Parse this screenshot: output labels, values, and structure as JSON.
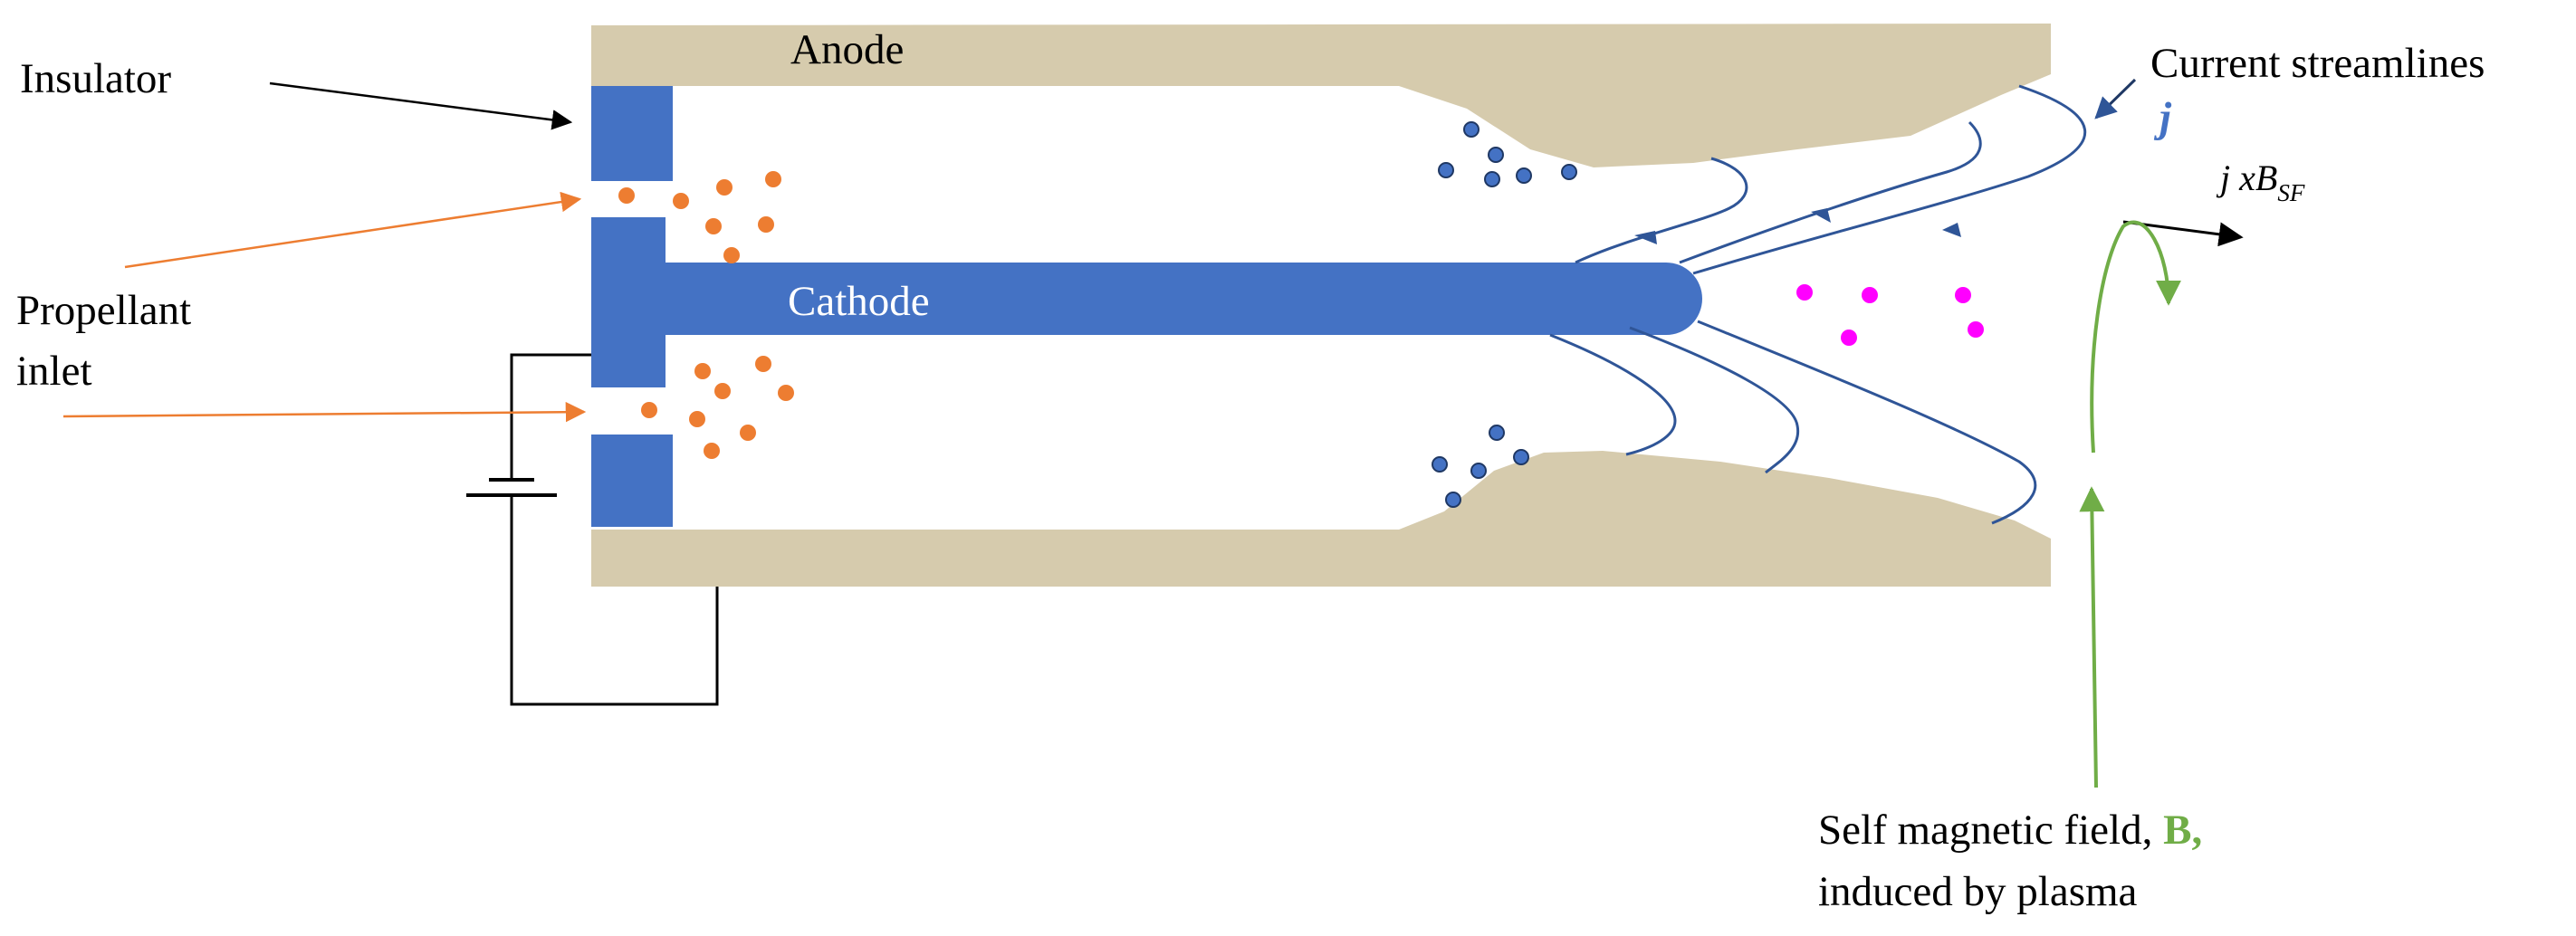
{
  "labels": {
    "insulator": "Insulator",
    "anode": "Anode",
    "cathode": "Cathode",
    "propellant_line1": "Propellant",
    "propellant_line2": "inlet",
    "current_streamlines": "Current streamlines",
    "current_symbol": "j",
    "force_j": "j xB",
    "force_sub": "SF",
    "self_field_prefix": "Self magnetic field, ",
    "self_field_symbol": "B,",
    "self_field_line2": "induced by plasma"
  },
  "colors": {
    "electrode_beige": "#d6cbad",
    "cathode_blue": "#4472c4",
    "streamline_blue": "#2f5597",
    "propellant_orange": "#ed7d31",
    "plasma_magenta": "#ff00ff",
    "field_green": "#70ad47",
    "wire_black": "#000000"
  },
  "icons": {
    "battery": "battery-symbol-icon",
    "arrow_head": "arrowhead-icon"
  }
}
